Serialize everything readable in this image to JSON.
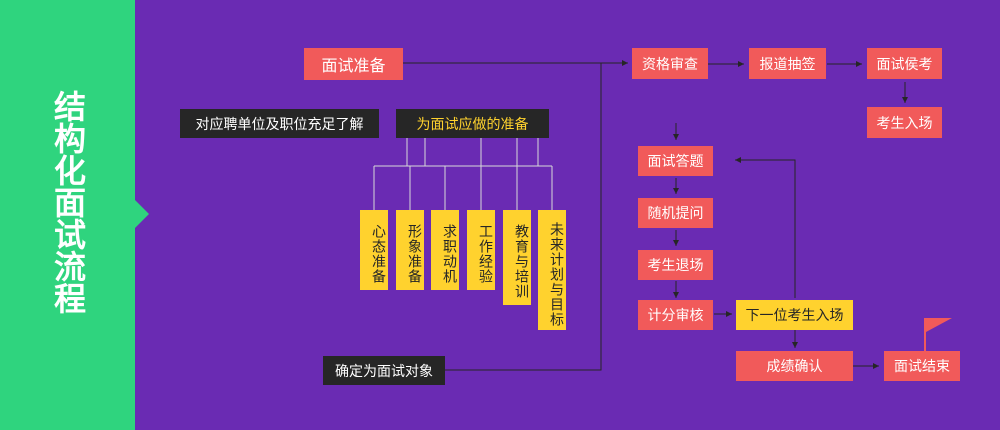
{
  "sidebar": {
    "title": "结构化面试流程"
  },
  "prep": {
    "start": "面试准备",
    "understand": "对应聘单位及职位充足了解",
    "prepare": "为面试应做的准备",
    "items": [
      "心态准备",
      "形象准备",
      "求职动机",
      "工作经验",
      "教育与培训",
      "未来计划与目标"
    ],
    "confirm": "确定为面试对象"
  },
  "flow": {
    "qualification": "资格审查",
    "draw": "报道抽签",
    "waiting": "面试侯考",
    "enter": "考生入场",
    "answer": "面试答题",
    "random_question": "随机提问",
    "exit": "考生退场",
    "review": "计分审核",
    "next": "下一位考生入场",
    "confirm_score": "成绩确认",
    "end": "面试结束"
  },
  "colors": {
    "background": "#6a2bb3",
    "sidebar": "#2fd47e",
    "red_box": "#f15a5a",
    "dark_box": "#262626",
    "yellow_box": "#ffd22e"
  },
  "icons": {
    "end_marker": "flag-icon"
  }
}
